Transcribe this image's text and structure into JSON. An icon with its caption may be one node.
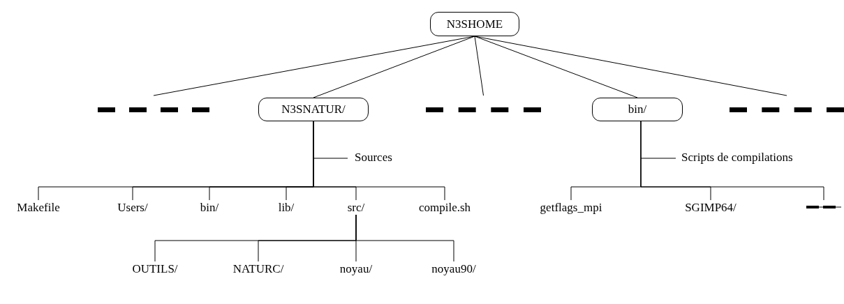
{
  "diagram": {
    "nodes": [
      {
        "text": [
          "N3SHOME"
        ]
      },
      {
        "text": [],
        "shape": "bar"
      },
      {
        "text": [
          "N3SNATUR/"
        ]
      },
      {
        "text": [],
        "shape": "bar"
      },
      {
        "text": [
          "bin/"
        ]
      },
      {
        "text": [],
        "shape": "bar"
      },
      {
        "text": [
          "Makefile"
        ]
      },
      {
        "text": [
          "Users/"
        ]
      },
      {
        "text": [
          "bin/"
        ]
      },
      {
        "text": [
          "lib/"
        ]
      },
      {
        "text": [
          "src/"
        ]
      },
      {
        "text": [
          "compile.sh"
        ]
      },
      {
        "text": [
          "getflags_mpi"
        ]
      },
      {
        "text": [
          "SGIMP64/"
        ]
      },
      {
        "text": [],
        "shape": "bar"
      },
      {
        "text": [
          "OUTILS/"
        ]
      },
      {
        "text": [
          "NATURC/"
        ]
      },
      {
        "text": [
          "noyau/"
        ]
      },
      {
        "text": [
          "noyau90/"
        ]
      }
    ],
    "edges": [
      {
        "from": 0,
        "to": 1,
        "arrow": "none"
      },
      {
        "from": 0,
        "to": 2,
        "arrow": "none"
      },
      {
        "from": 0,
        "to": 3,
        "arrow": "none"
      },
      {
        "from": 0,
        "to": 4,
        "arrow": "none"
      },
      {
        "from": 0,
        "to": 5,
        "arrow": "none"
      },
      {
        "from": 2,
        "to": 6,
        "arrow": "none"
      },
      {
        "from": 2,
        "to": 7,
        "arrow": "none"
      },
      {
        "from": 2,
        "to": 8,
        "arrow": "none"
      },
      {
        "from": 2,
        "to": 9,
        "arrow": "none"
      },
      {
        "from": 2,
        "to": 10,
        "arrow": "none"
      },
      {
        "from": 2,
        "to": 11,
        "arrow": "none"
      },
      {
        "from": 4,
        "to": 12,
        "arrow": "none"
      },
      {
        "from": 4,
        "to": 13,
        "arrow": "none"
      },
      {
        "from": 4,
        "to": 14,
        "arrow": "none"
      },
      {
        "from": 10,
        "to": 15,
        "arrow": "none"
      },
      {
        "from": 10,
        "to": 16,
        "arrow": "none"
      },
      {
        "from": 10,
        "to": 17,
        "arrow": "none"
      },
      {
        "from": 10,
        "to": 18,
        "arrow": "none"
      }
    ],
    "labels": [
      "Sources",
      "Scripts de compilations"
    ]
  }
}
